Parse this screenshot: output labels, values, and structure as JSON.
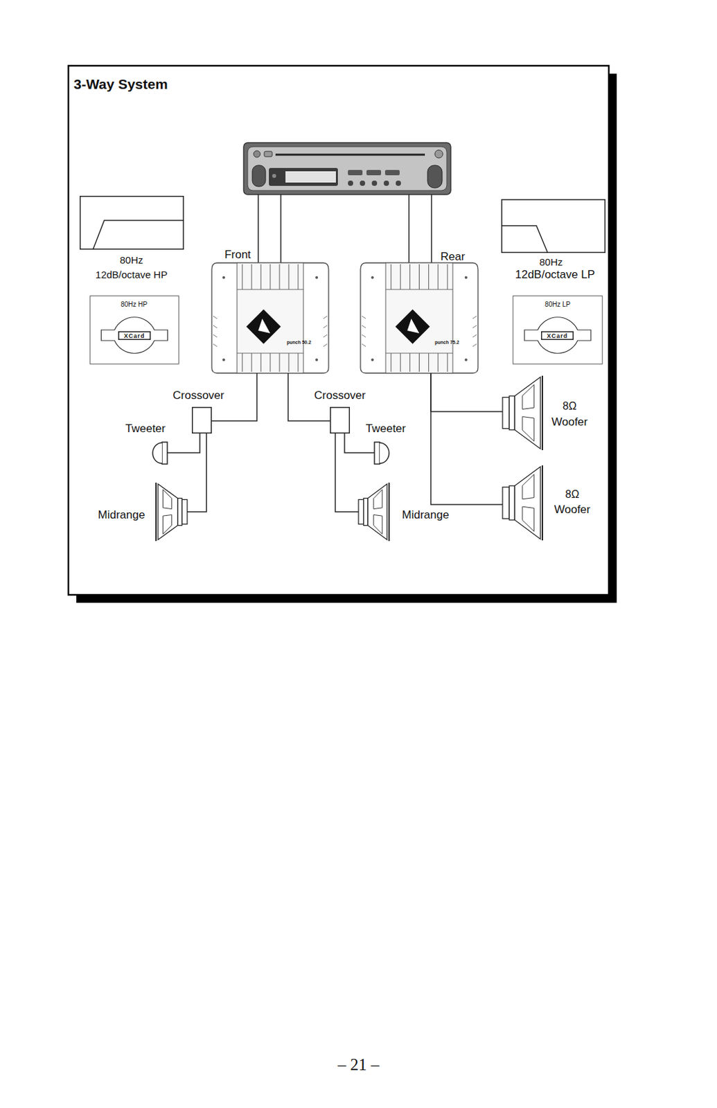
{
  "diagram": {
    "title": "3-Way System",
    "nodes": [
      {
        "text": [
          "80Hz",
          "12dB/octave HP"
        ]
      },
      {
        "text": [
          "80Hz HP"
        ]
      },
      {
        "text": [
          "XCard"
        ],
        "in": 1
      },
      {
        "text": [
          "Front"
        ]
      },
      {
        "text": [
          "Rear"
        ]
      },
      {
        "text": [
          "80Hz",
          "12dB/octave LP"
        ]
      },
      {
        "text": [
          "80Hz LP"
        ]
      },
      {
        "text": [
          "XCard"
        ],
        "in": 6
      },
      {
        "text": [
          "Crossover"
        ]
      },
      {
        "text": [
          "Crossover"
        ]
      },
      {
        "text": [
          "Tweeter"
        ]
      },
      {
        "text": [
          "Tweeter"
        ]
      },
      {
        "text": [
          "Midrange"
        ]
      },
      {
        "text": [
          "Midrange"
        ]
      },
      {
        "text": [
          "8Ω",
          "Woofer"
        ]
      },
      {
        "text": [
          "8Ω",
          "Woofer"
        ]
      }
    ],
    "edges": [
      {
        "from": 3,
        "to": 8,
        "arrow": "none"
      },
      {
        "from": 3,
        "to": 9,
        "arrow": "none"
      },
      {
        "from": 8,
        "to": 10,
        "arrow": "none"
      },
      {
        "from": 8,
        "to": 12,
        "arrow": "none"
      },
      {
        "from": 9,
        "to": 11,
        "arrow": "none"
      },
      {
        "from": 9,
        "to": 13,
        "arrow": "none"
      },
      {
        "from": 4,
        "to": 14,
        "arrow": "none"
      },
      {
        "from": 4,
        "to": 15,
        "arrow": "none"
      }
    ],
    "labels": [
      "punch 50.2",
      "punch 75.2",
      "– 21 –"
    ]
  }
}
